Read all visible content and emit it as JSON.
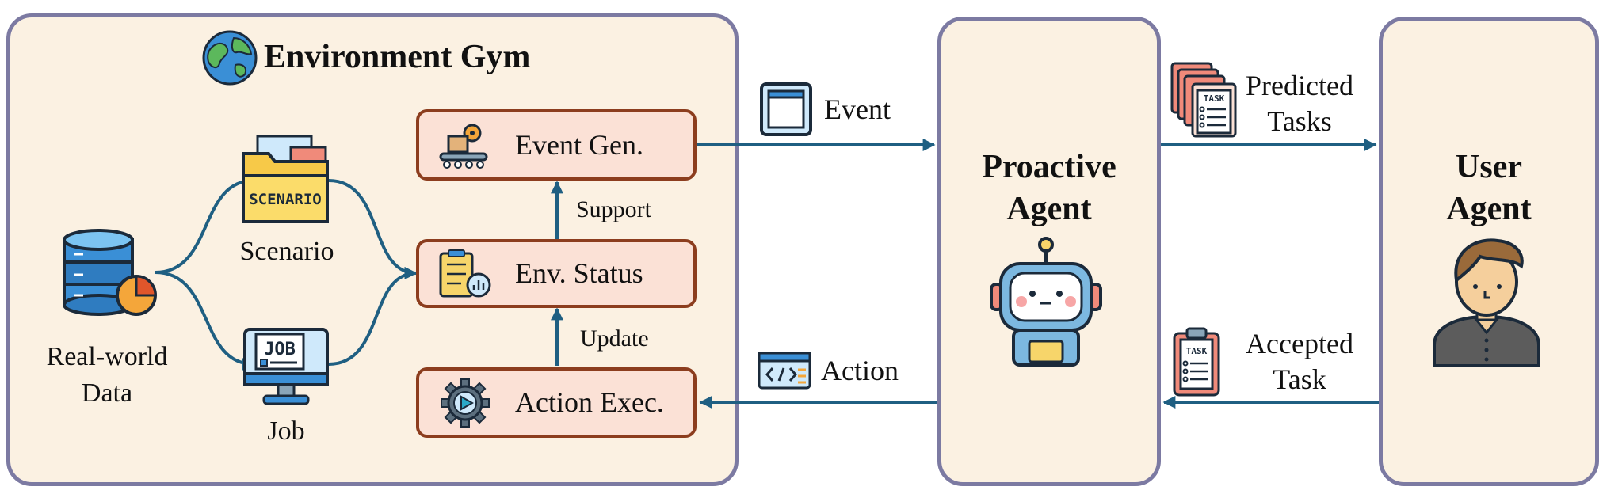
{
  "environment_gym": {
    "title": "Environment Gym",
    "data_source": "Real-world\nData",
    "scenario": "Scenario",
    "job": "Job",
    "scenario_icon_text": "SCENARIO",
    "job_icon_text": "JOB",
    "event_gen": "Event Gen.",
    "env_status": "Env. Status",
    "action_exec": "Action Exec.",
    "support": "Support",
    "update": "Update"
  },
  "proactive_agent": {
    "title": "Proactive\nAgent"
  },
  "user_agent": {
    "title": "User\nAgent"
  },
  "edges": {
    "event": "Event",
    "action": "Action",
    "predicted_tasks": "Predicted\nTasks",
    "accepted_task": "Accepted\nTask",
    "task_icon_text": "TASK"
  },
  "colors": {
    "panel_fill": "#fbf1e2",
    "panel_border": "#7c7aa2",
    "node_fill": "#fbe1d6",
    "node_border": "#8c3d1e",
    "arrow": "#1f5f82"
  }
}
